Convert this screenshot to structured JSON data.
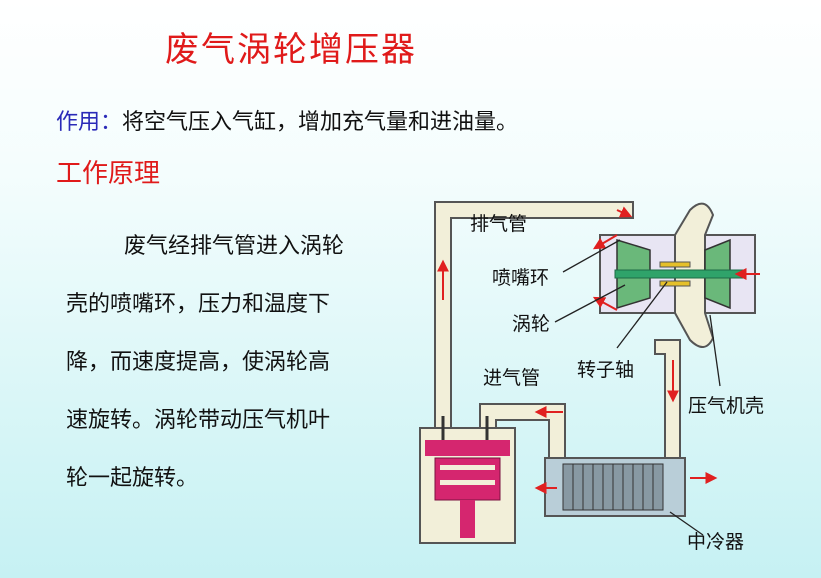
{
  "title": "废气涡轮增压器",
  "usage": {
    "label": "作用：",
    "text": "将空气压入气缸，增加充气量和进油量。"
  },
  "principle_heading": "工作原理",
  "paragraph_lines": [
    "废气经排气管进入涡轮",
    "壳的喷嘴环，压力和温度下",
    "降，而速度提高，使涡轮高",
    "速旋转。涡轮带动压气机叶",
    "轮一起旋转。"
  ],
  "diagram": {
    "labels": {
      "exhaust_pipe": "排气管",
      "nozzle_ring": "喷嘴环",
      "turbine": "涡轮",
      "intake_pipe": "进气管",
      "rotor_shaft": "转子轴",
      "compressor_housing": "压气机壳",
      "intercooler": "中冷器"
    },
    "colors": {
      "pipe_fill": "#f2efd9",
      "pipe_stroke": "#555555",
      "piston": "#d5266f",
      "arrow": "#e02020",
      "shaft": "#2fa36a",
      "turbine_blade": "#6ab87a",
      "intercooler_fill": "#b9ced8"
    }
  }
}
